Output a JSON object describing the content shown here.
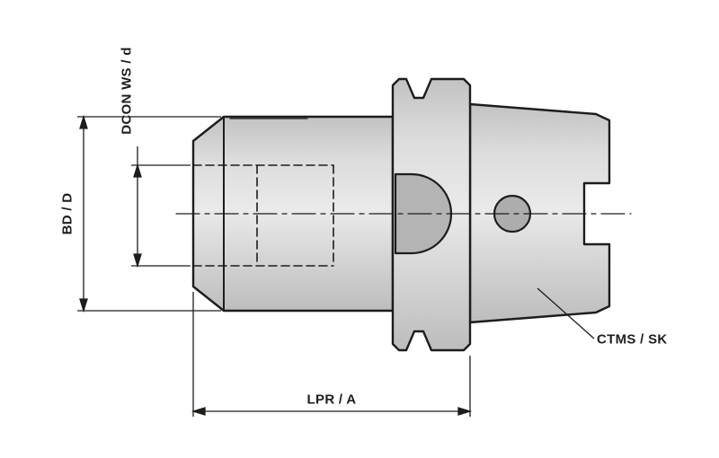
{
  "diagram": {
    "type": "technical-drawing",
    "subject": "Side-lock tool holder with hollow taper shank, dimensioned side view",
    "labels": {
      "dcon": "DCON WS / d",
      "bd": "BD / D",
      "lpr": "LPR / A",
      "ctms": "CTMS / SK"
    },
    "colors": {
      "background": "#ffffff",
      "line": "#1d1d1b",
      "fill_light": "#eaeaea",
      "fill_mid": "#d4d4d4",
      "fill_dark": "#bfbfbf",
      "fill_detail": "#b4b4b4"
    }
  }
}
